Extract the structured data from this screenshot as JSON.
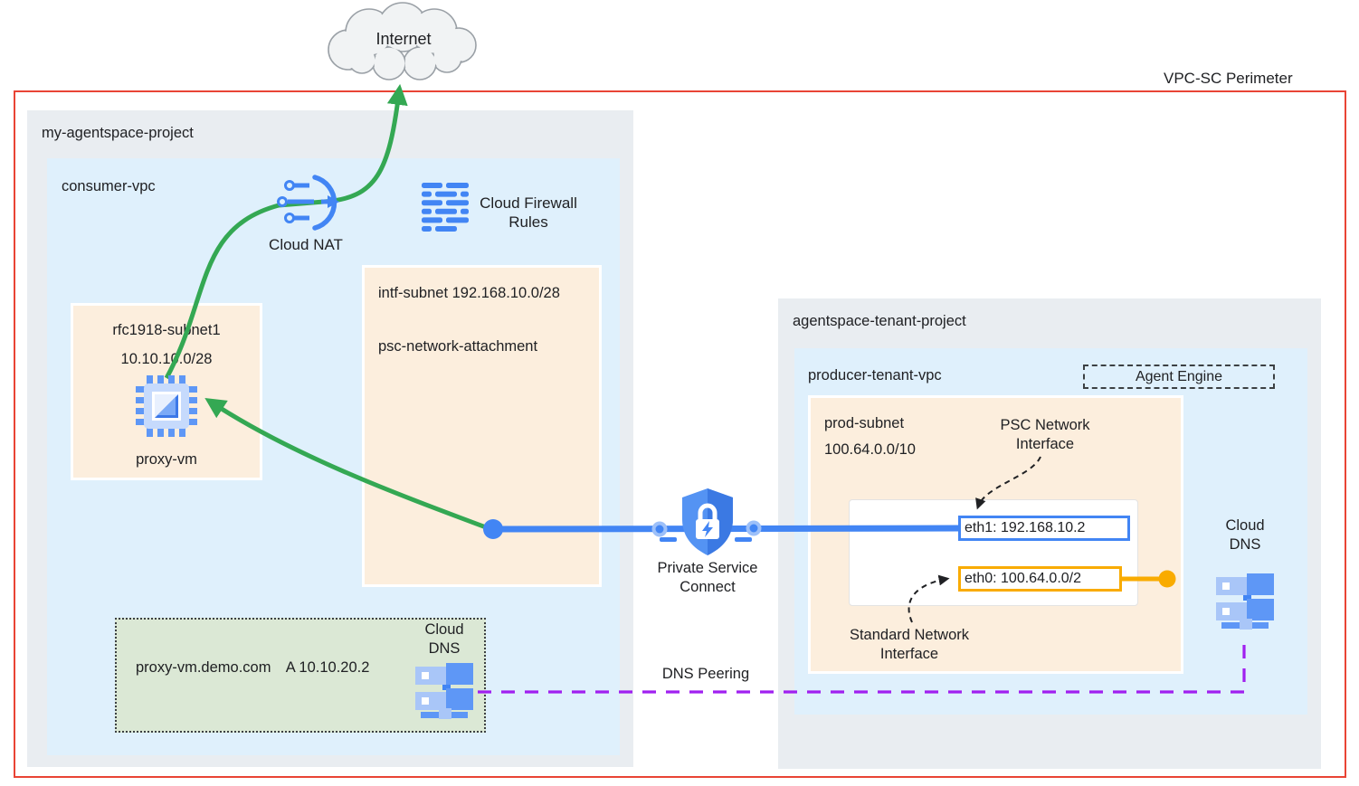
{
  "perimeter": {
    "label": "VPC-SC Perimeter"
  },
  "internet": {
    "label": "Internet"
  },
  "consumer_project": {
    "label": "my-agentspace-project",
    "vpc_label": "consumer-vpc",
    "cloud_nat_label": "Cloud NAT",
    "firewall_label": "Cloud Firewall Rules",
    "intf_subnet": {
      "line1": "intf-subnet 192.168.10.0/28",
      "line2": "psc-network-attachment"
    },
    "rfc_subnet": {
      "name": "rfc1918-subnet1",
      "cidr": "10.10.10.0/28",
      "vm_label": "proxy-vm"
    },
    "dns_zone": {
      "record_name": "proxy-vm.demo.com",
      "record_value": "A 10.10.20.2",
      "dns_label": "Cloud DNS"
    }
  },
  "psc": {
    "label": "Private Service Connect"
  },
  "dns_peering": {
    "label": "DNS Peering"
  },
  "tenant_project": {
    "label": "agentspace-tenant-project",
    "vpc_label": "producer-tenant-vpc",
    "agent_engine_label": "Agent Engine",
    "prod_subnet": {
      "name": "prod-subnet",
      "cidr": "100.64.0.0/10"
    },
    "psc_interface_label": "PSC Network Interface",
    "standard_interface_label": "Standard Network Interface",
    "eth1_label": "eth1: 192.168.10.2",
    "eth0_label": "eth0: 100.64.0.0/2",
    "cloud_dns_label": "Cloud DNS"
  },
  "colors": {
    "perimeter_red": "#e94435",
    "flow_green": "#34a853",
    "psc_blue": "#4285f4",
    "eth0_yellow": "#f9ab00",
    "dns_peering_purple": "#a020f0"
  }
}
